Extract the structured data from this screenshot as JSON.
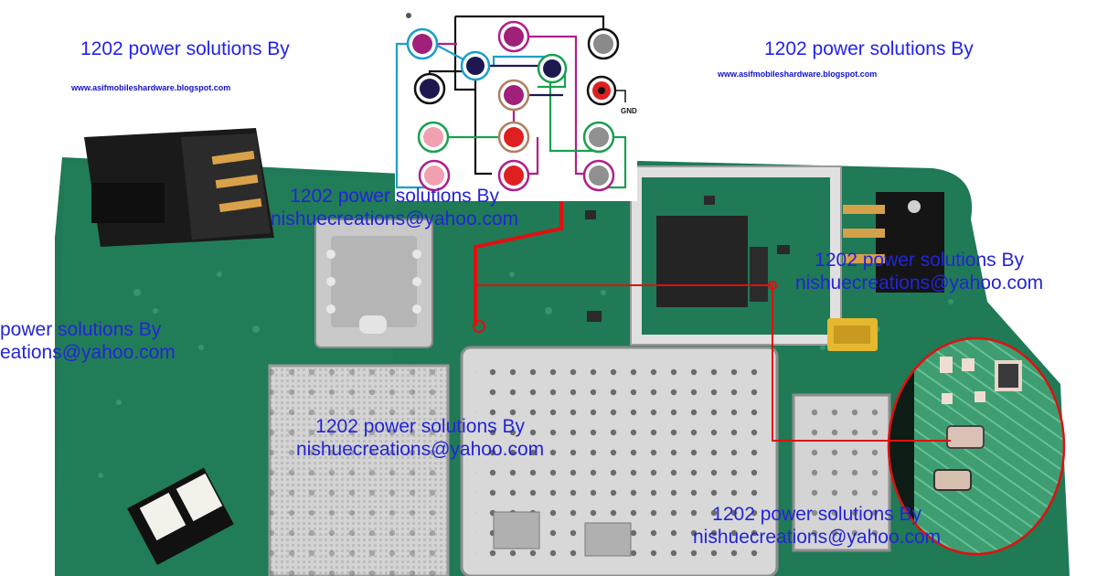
{
  "headers": {
    "left": {
      "title": "1202 power solutions By",
      "url": "www.asifmobileshardware.blogspot.com"
    },
    "right": {
      "title": "1202 power solutions By",
      "url": "www.asifmobileshardware.blogspot.com"
    }
  },
  "watermarks": [
    {
      "line1": "1202 power solutions By",
      "line2": "nishuecreations@yahoo.com"
    },
    {
      "line1": "1202 power solutions By",
      "line2": "nishuecreations@yahoo.com"
    },
    {
      "line1": "power solutions By",
      "line2": "eations@yahoo.com"
    },
    {
      "line1": "1202 power solutions By",
      "line2": "nishuecreations@yahoo.com"
    },
    {
      "line1": "1202 power solutions By",
      "line2": "nishuecreations@yahoo.com"
    }
  ],
  "diagram": {
    "gnd_label": "GND"
  },
  "colors": {
    "pcb": "#1f7a55",
    "shield": "#c9c9c9",
    "jumper": "#e01010",
    "text": "#2222ee",
    "pad_magenta": "#a0207a",
    "pad_navy": "#1e1850",
    "pad_red": "#e02020",
    "pad_pink": "#f0a0b0",
    "pad_gray": "#909090"
  }
}
